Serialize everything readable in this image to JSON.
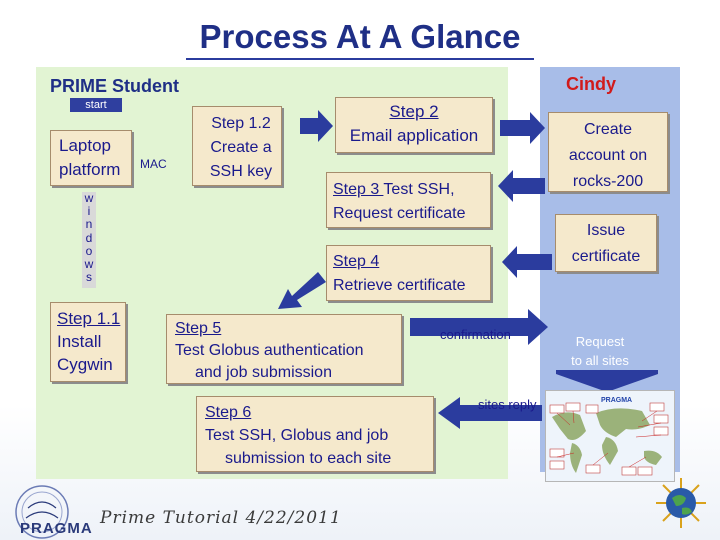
{
  "title": "Process At A Glance",
  "panels": {
    "student": "PRIME Student",
    "cindy": "Cindy"
  },
  "start": "start",
  "laptop": [
    "Laptop",
    "platform"
  ],
  "mac": "MAC",
  "windows": [
    "w",
    "i",
    "n",
    "d",
    "o",
    "w",
    "s"
  ],
  "step11": [
    "Step 1.1",
    "Install",
    "Cygwin"
  ],
  "step12": [
    "Step 1.2",
    "Create a",
    "SSH key"
  ],
  "step2": [
    "Step 2",
    "Email application"
  ],
  "step3": {
    "step": "Step 3 ",
    "rest": "Test SSH,",
    "line2": "Request certificate"
  },
  "step4": [
    "Step 4",
    "Retrieve certificate"
  ],
  "step5": [
    "Step 5",
    "Test Globus authentication",
    "and job submission"
  ],
  "step6": [
    "Step 6",
    "Test SSH, Globus and job",
    "submission to each site"
  ],
  "create_account": [
    "Create",
    "account on",
    "rocks-200"
  ],
  "issue_certificate": [
    "Issue",
    "certificate"
  ],
  "confirmation": "confirmation",
  "request": [
    "Request",
    "to all sites"
  ],
  "sites_reply": "sites reply",
  "map_label": "PRAGMA",
  "footer": "Prime Tutorial 4/22/2011",
  "logo_text": "PRAGMA",
  "colors": {
    "title": "#1f2f86",
    "student_panel": "#e2f4d3",
    "cindy_panel": "#a8bde8",
    "box_fill": "#f5e9cc",
    "arrow": "#2b3c9e",
    "cindy_label": "#d11a1a"
  }
}
